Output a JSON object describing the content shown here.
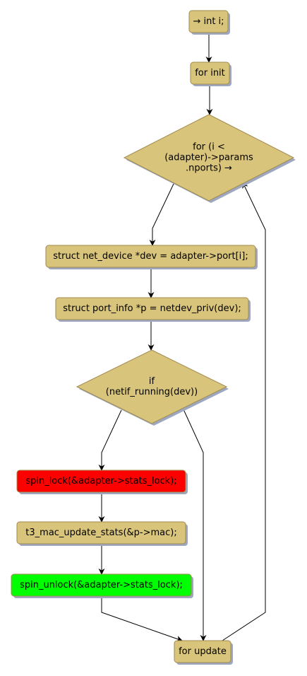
{
  "colors": {
    "node_fill": "#D8C47A",
    "node_stroke": "#A08A50",
    "shadow": "#9DA8C0",
    "lock_fill": "#FF0000",
    "unlock_fill": "#00FF00",
    "edge": "#000000"
  },
  "nodes": {
    "n1": {
      "kind": "box",
      "lines": [
        "→ int i;"
      ],
      "fill": "default"
    },
    "n2": {
      "kind": "box",
      "lines": [
        "for init"
      ],
      "fill": "default"
    },
    "n3": {
      "kind": "diamond",
      "lines": [
        "for (i <",
        "(adapter)->params",
        ".nports) →"
      ],
      "fill": "default"
    },
    "n4": {
      "kind": "box",
      "lines": [
        "struct net_device *dev = adapter->port[i];"
      ],
      "fill": "default"
    },
    "n5": {
      "kind": "box",
      "lines": [
        "struct port_info *p = netdev_priv(dev);"
      ],
      "fill": "default"
    },
    "n6": {
      "kind": "diamond",
      "lines": [
        "if",
        "(netif_running(dev))"
      ],
      "fill": "default"
    },
    "n7": {
      "kind": "box",
      "lines": [
        "spin_lock(&adapter->stats_lock);"
      ],
      "fill": "lock"
    },
    "n8": {
      "kind": "box",
      "lines": [
        "t3_mac_update_stats(&p->mac);"
      ],
      "fill": "default"
    },
    "n9": {
      "kind": "box",
      "lines": [
        "spin_unlock(&adapter->stats_lock);"
      ],
      "fill": "unlock"
    },
    "n10": {
      "kind": "box",
      "lines": [
        "for update"
      ],
      "fill": "default"
    }
  },
  "edges": [
    {
      "from": "n1",
      "to": "n2"
    },
    {
      "from": "n2",
      "to": "n3"
    },
    {
      "from": "n3",
      "to": "n4"
    },
    {
      "from": "n4",
      "to": "n5"
    },
    {
      "from": "n5",
      "to": "n6"
    },
    {
      "from": "n6",
      "to": "n7"
    },
    {
      "from": "n7",
      "to": "n8"
    },
    {
      "from": "n8",
      "to": "n9"
    },
    {
      "from": "n9",
      "to": "n10"
    },
    {
      "from": "n6",
      "to": "n10"
    },
    {
      "from": "n10",
      "to": "n3"
    }
  ]
}
